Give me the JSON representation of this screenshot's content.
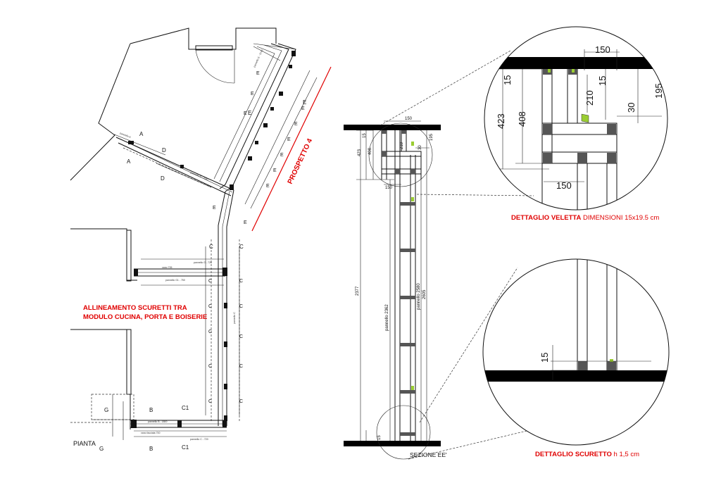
{
  "plan": {
    "title": "PIANTA",
    "annotation_line1": "ALLINEAMENTO SCURETTI TRA",
    "annotation_line2": "MODULO CUCINA, PORTA E BOISERIE",
    "prospetto": "PROSPETTO 4",
    "section_marks": [
      "A",
      "A",
      "D",
      "D",
      "E",
      "E",
      "C",
      "C",
      "B",
      "B",
      "C1",
      "C1",
      "G",
      "G"
    ]
  },
  "section": {
    "title": "SEZIONE EE'",
    "dims": {
      "top_width": "150",
      "d423": "423",
      "d408": "408",
      "d210": "210",
      "d15a": "15",
      "d30": "30",
      "d195": "195",
      "d150b": "150",
      "total_h": "2377",
      "panel1": "pannello 2362",
      "panel2": "pannello 2580",
      "d2605": "2605",
      "d15b": "15"
    }
  },
  "detail_veletta": {
    "label_bold": "DETTAGLIO VELETTA",
    "label_rest": " DIMENSIONI 15x19.5 cm",
    "dims": {
      "top": "150",
      "d15": "15",
      "d423": "423",
      "d408": "408",
      "d210": "210",
      "d15b": "15",
      "d30": "30",
      "d195": "195",
      "bottom": "150"
    }
  },
  "detail_scuretto": {
    "label_bold": "DETTAGLIO SCURETTO",
    "label_rest": " h 1,5 cm",
    "dims": {
      "d15": "15"
    }
  }
}
